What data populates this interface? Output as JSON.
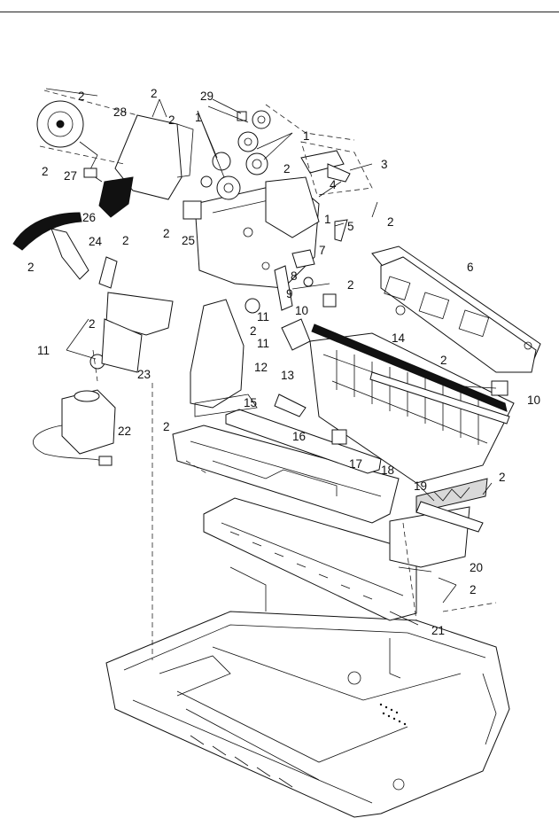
{
  "diagram": {
    "callouts": [
      "1",
      "2",
      "3",
      "4",
      "5",
      "6",
      "7",
      "8",
      "9",
      "10",
      "11",
      "12",
      "13",
      "14",
      "15",
      "16",
      "17",
      "18",
      "19",
      "20",
      "21",
      "22",
      "23",
      "24",
      "25",
      "26",
      "27",
      "28",
      "29"
    ],
    "labels": {
      "c1a": "1",
      "c1b": "1",
      "c1c": "1",
      "c1d": "1",
      "c2a": "2",
      "c2b": "2",
      "c2c": "2",
      "c2d": "2",
      "c2e": "2",
      "c2f": "2",
      "c2g": "2",
      "c2h": "2",
      "c2i": "2",
      "c2j": "2",
      "c2k": "2",
      "c2l": "2",
      "c2m": "2",
      "c2n": "2",
      "c2o": "2",
      "c3": "3",
      "c4": "4",
      "c5": "5",
      "c6": "6",
      "c7": "7",
      "c8": "8",
      "c9": "9",
      "c10a": "10",
      "c10b": "10",
      "c11a": "11",
      "c11b": "11",
      "c11c": "11",
      "c12": "12",
      "c13": "13",
      "c14": "14",
      "c15": "15",
      "c16": "16",
      "c17": "17",
      "c18": "18",
      "c19": "19",
      "c20": "20",
      "c21": "21",
      "c22": "22",
      "c23": "23",
      "c24": "24",
      "c25": "25",
      "c26": "26",
      "c27": "27",
      "c28": "28",
      "c29": "29"
    }
  }
}
